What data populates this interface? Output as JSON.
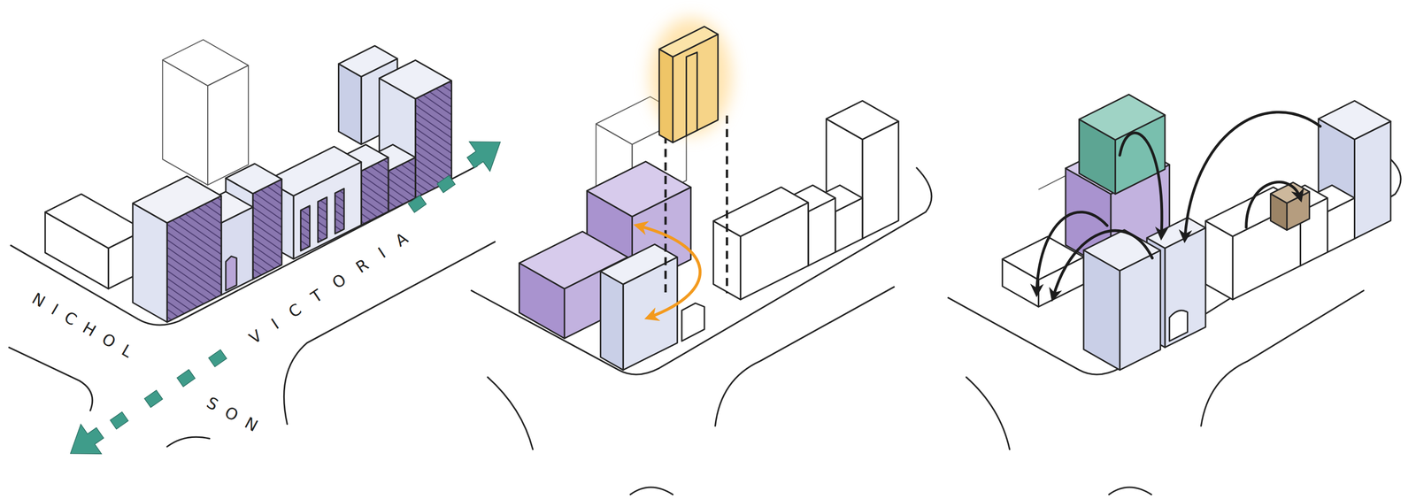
{
  "diagram": {
    "labels": [
      "NICHOL",
      "SON",
      "VICTORIA"
    ]
  }
}
